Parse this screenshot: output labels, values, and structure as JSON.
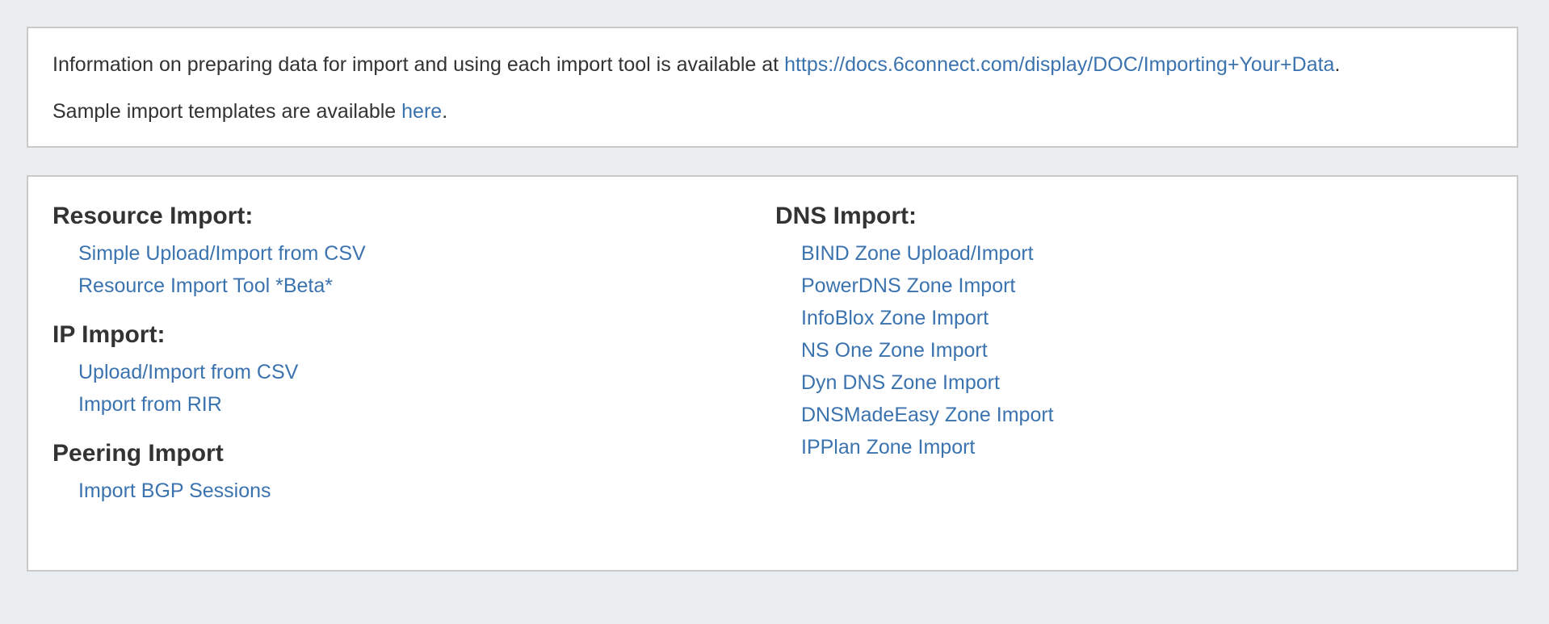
{
  "page": {
    "background_color": "#eaeef1",
    "panel_background": "#ffffff",
    "panel_border_color": "#c9c9c9",
    "text_color": "#333333",
    "link_color": "#3b73af"
  },
  "info_panel": {
    "line1": {
      "prefix": "Information on preparing data for import and using each import tool is available at ",
      "link": "https://docs.6connect.com/display/DOC/Importing+Your+Data",
      "suffix": "."
    },
    "line2": {
      "prefix": "Sample import templates are available ",
      "link": "here",
      "suffix": "."
    }
  },
  "import_panel": {
    "columns": [
      {
        "name": "left",
        "sections": [
          {
            "title": "Resource Import:",
            "links": [
              "Simple Upload/Import from CSV",
              "Resource Import Tool *Beta*"
            ]
          },
          {
            "title": "IP Import:",
            "links": [
              "Upload/Import from CSV",
              "Import from RIR"
            ]
          },
          {
            "title": "Peering Import",
            "links": [
              "Import BGP Sessions"
            ]
          }
        ]
      },
      {
        "name": "right",
        "sections": [
          {
            "title": "DNS Import:",
            "links": [
              "BIND Zone Upload/Import",
              "PowerDNS Zone Import",
              "InfoBlox Zone Import",
              "NS One Zone Import",
              "Dyn DNS Zone Import",
              "DNSMadeEasy Zone Import",
              "IPPlan Zone Import"
            ]
          }
        ]
      }
    ]
  }
}
